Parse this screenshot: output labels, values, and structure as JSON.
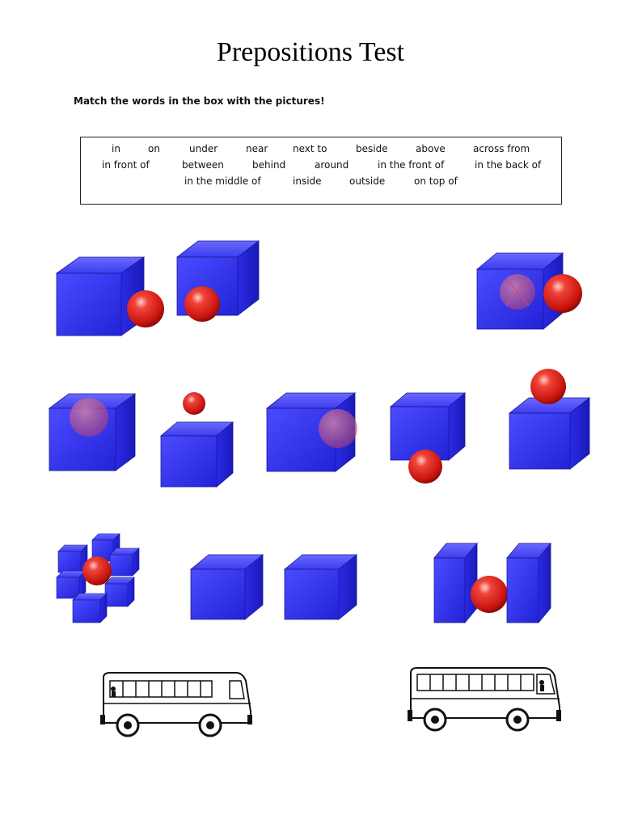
{
  "title": "Prepositions Test",
  "instruction": "Match the words in the box with the pictures!",
  "word_box": {
    "words": [
      "in",
      "on",
      "under",
      "near",
      "next to",
      "beside",
      "above",
      "across from",
      "in front of",
      "between",
      "behind",
      "around",
      "in the front of",
      "in the back of",
      "in the middle of",
      "inside",
      "outside",
      "on top of"
    ]
  },
  "colors": {
    "cube": "#3a3aff",
    "ball": "#e0211f"
  }
}
